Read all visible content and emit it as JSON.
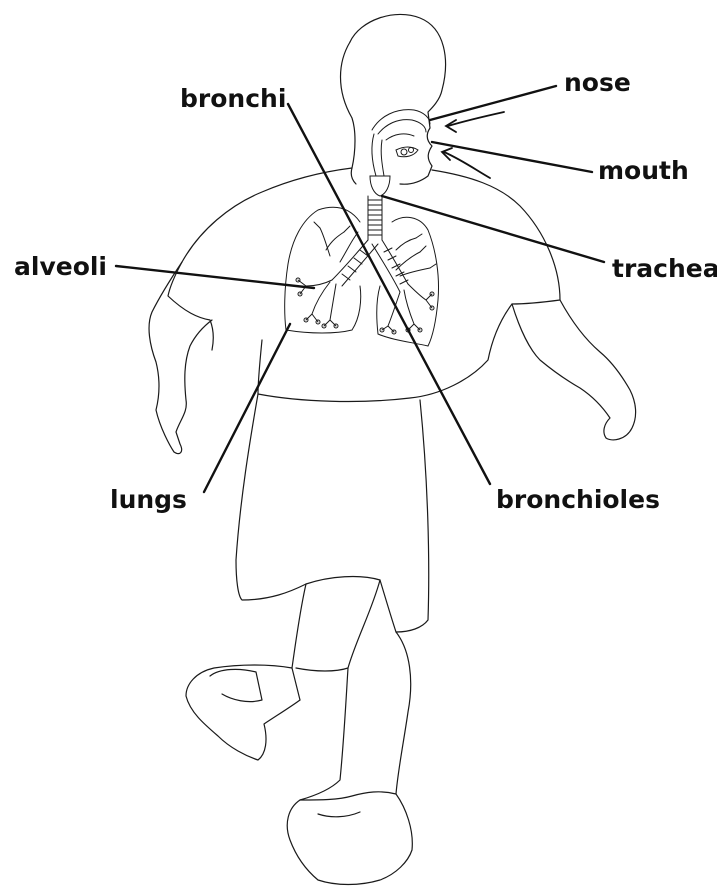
{
  "labels": {
    "nose": "nose",
    "bronchi": "bronchi",
    "mouth": "mouth",
    "alveoli": "alveoli",
    "trachea": "trachea",
    "lungs": "lungs",
    "bronchioles": "bronchioles"
  },
  "colors": {
    "outline": "#1a1a1a",
    "leader": "#111111",
    "text": "#111111",
    "background": "#ffffff"
  }
}
